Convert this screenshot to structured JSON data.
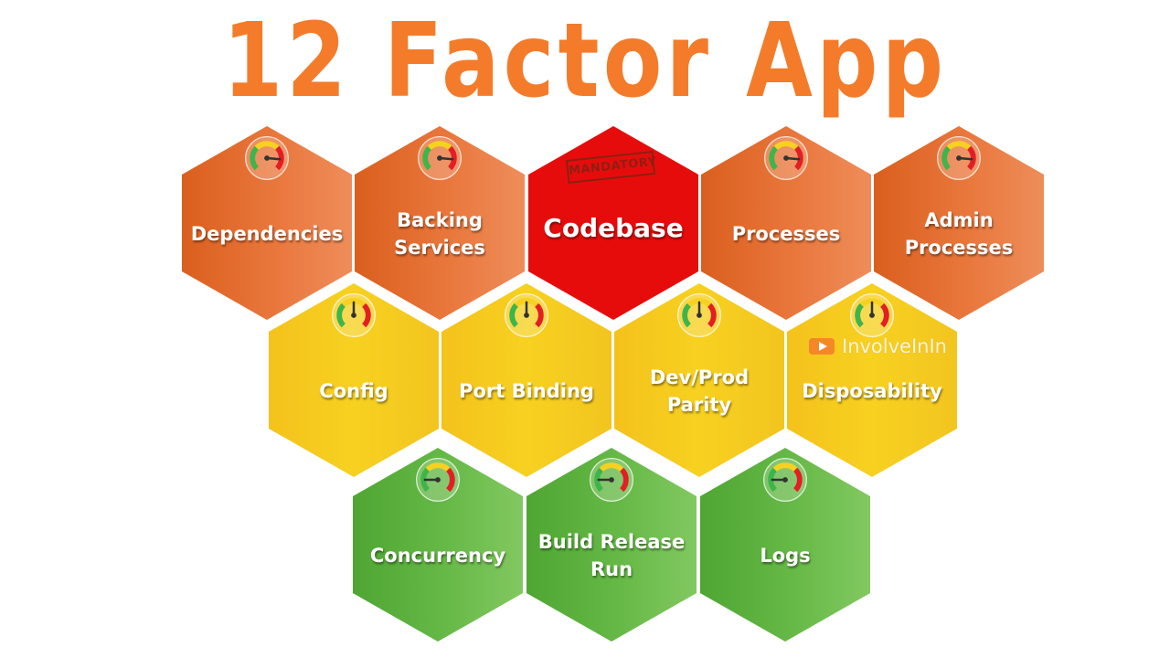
{
  "title": "12 Factor App",
  "hexagons": {
    "dependencies": {
      "label": "Dependencies"
    },
    "backing_services": {
      "label": "Backing Services"
    },
    "codebase": {
      "label": "Codebase",
      "stamp": "MANDATORY"
    },
    "processes": {
      "label": "Processes"
    },
    "admin_processes": {
      "label": "Admin Processes"
    },
    "config": {
      "label": "Config"
    },
    "port_binding": {
      "label": "Port Binding"
    },
    "dev_prod_parity": {
      "label": "Dev/Prod Parity"
    },
    "disposability": {
      "label": "Disposability"
    },
    "concurrency": {
      "label": "Concurrency"
    },
    "build_release_run": {
      "label": "Build Release Run"
    },
    "logs": {
      "label": "Logs"
    }
  },
  "colors": {
    "title": "#F47B2A",
    "orange": "#E9773C",
    "yellow": "#F7D120",
    "green": "#66B947",
    "red": "#E70C0C"
  },
  "watermark": {
    "text": "InvolveInIn",
    "icon": "youtube-icon"
  }
}
